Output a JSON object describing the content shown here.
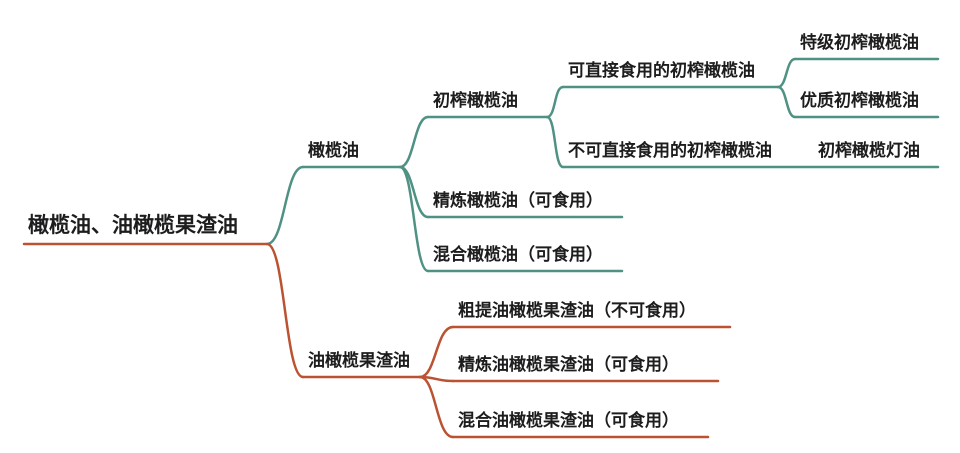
{
  "diagram_title": "橄榄油、油橄榄果渣油",
  "colors": {
    "green": "#4f9183",
    "red": "#bb5232",
    "text": "#1d1d1f",
    "background": "#ffffff"
  },
  "nodes": {
    "root": "橄榄油、油橄榄果渣油",
    "olive_oil": "橄榄油",
    "virgin": "初榨橄榄油",
    "virgin_edible": "可直接食用的初榨橄榄油",
    "extra_virgin": "特级初榨橄榄油",
    "fine_virgin": "优质初榨橄榄油",
    "virgin_non_edible": "不可直接食用的初榨橄榄油",
    "lampante": "初榨橄榄灯油",
    "refined_olive": "精炼橄榄油（可食用）",
    "blended_olive": "混合橄榄油（可食用）",
    "pomace": "油橄榄果渣油",
    "crude_pomace": "粗提油橄榄果渣油（不可食用）",
    "refined_pomace": "精炼油橄榄果渣油（可食用）",
    "blended_pomace": "混合油橄榄果渣油（可食用）"
  }
}
